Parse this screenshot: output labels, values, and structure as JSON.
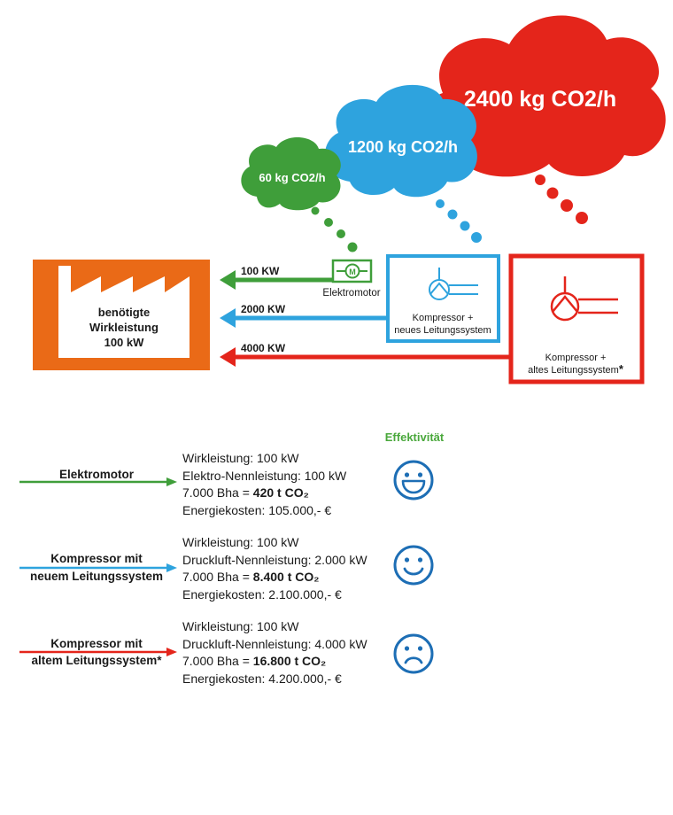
{
  "clouds": [
    {
      "id": "green",
      "label": "60 kg CO2/h",
      "color": "#3f9e3a"
    },
    {
      "id": "blue",
      "label": "1200 kg CO2/h",
      "color": "#2ea3de"
    },
    {
      "id": "red",
      "label": "2400 kg CO2/h",
      "color": "#e4251b"
    }
  ],
  "factory": {
    "color": "#ea6a17",
    "line1": "benötigte",
    "line2": "Wirkleistung",
    "line3": "100 kW"
  },
  "arrows": [
    {
      "label": "100 KW",
      "color": "#3f9e3a"
    },
    {
      "label": "2000 KW",
      "color": "#2ea3de"
    },
    {
      "label": "4000 KW",
      "color": "#e4251b"
    }
  ],
  "motor": {
    "symbol": "M",
    "label": "Elektromotor"
  },
  "compressor_new": {
    "line1": "Kompressor +",
    "line2": "neues Leitungssystem"
  },
  "compressor_old": {
    "line1": "Kompressor +",
    "line2": "altes Leitungssystem",
    "asterisk": "*"
  },
  "effectiveness_heading": "Effektivität",
  "legend": [
    {
      "label_line1": "Elektromotor",
      "label_line2": "",
      "color": "#3f9e3a",
      "info": [
        {
          "text": "Wirkleistung: 100 kW"
        },
        {
          "text": "Elektro-Nennleistung: 100 kW"
        },
        {
          "prefix": "7.000 Bha = ",
          "bold": "420 t CO₂"
        },
        {
          "text": "Energiekosten: 105.000,- €"
        }
      ],
      "mood": "laughing"
    },
    {
      "label_line1": "Kompressor mit",
      "label_line2": "neuem Leitungssystem",
      "color": "#2ea3de",
      "info": [
        {
          "text": "Wirkleistung: 100 kW"
        },
        {
          "text": "Druckluft-Nennleistung: 2.000 kW"
        },
        {
          "prefix": "7.000 Bha = ",
          "bold": "8.400 t CO₂"
        },
        {
          "text": "Energiekosten: 2.100.000,- €"
        }
      ],
      "mood": "smiling"
    },
    {
      "label_line1": "Kompressor mit",
      "label_line2": "altem Leitungssystem*",
      "color": "#e4251b",
      "info": [
        {
          "text": "Wirkleistung: 100 kW"
        },
        {
          "text": "Druckluft-Nennleistung: 4.000 kW"
        },
        {
          "prefix": "7.000 Bha = ",
          "bold": "16.800 t CO₂"
        },
        {
          "text": "Energiekosten: 4.200.000,- €"
        }
      ],
      "mood": "sad"
    }
  ],
  "smiley_color": "#1d6eb5"
}
